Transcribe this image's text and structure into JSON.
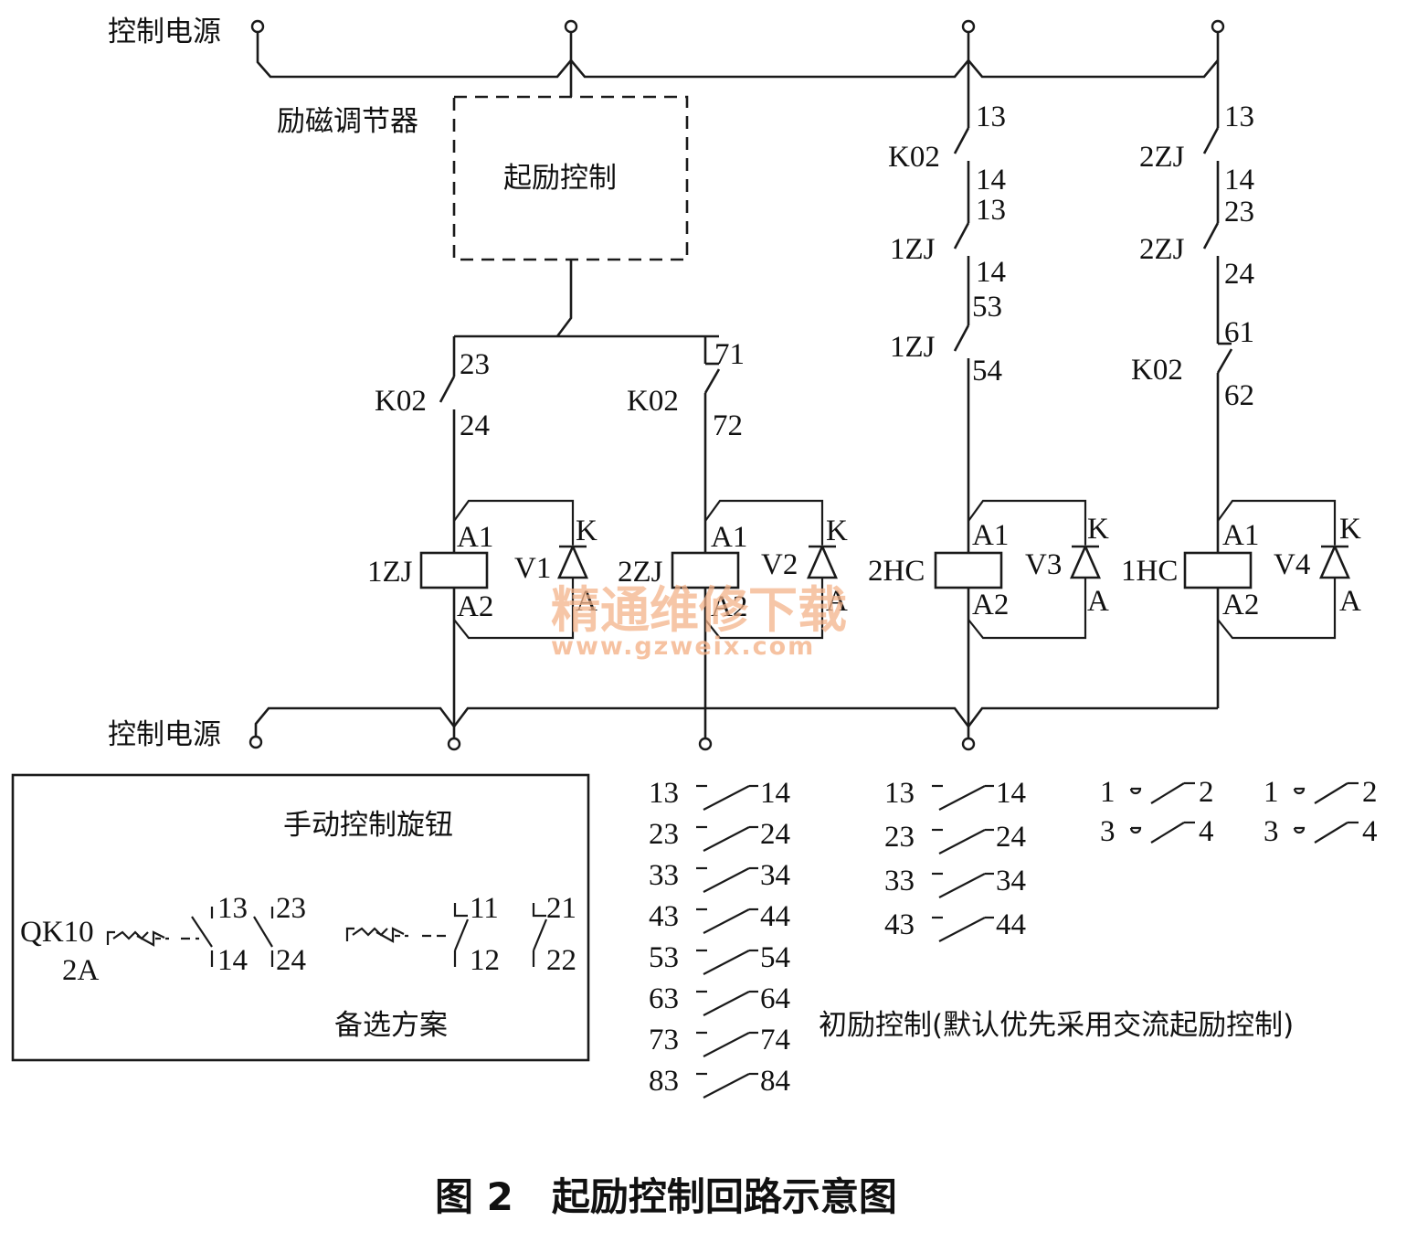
{
  "labels": {
    "power_top": "控制电源",
    "power_bottom": "控制电源",
    "regulator": "励磁调节器",
    "start_ctrl": "起励控制",
    "manual_knob": "手动控制旋钮",
    "qk": "QK10",
    "qk_sub": "2A",
    "alt_plan": "备选方案",
    "initial_note": "初励控制(默认优先采用交流起励控制)",
    "figure_caption": "图 2　起励控制回路示意图"
  },
  "watermark": {
    "main": "精通维修下载",
    "url": "www.gzweix.com"
  },
  "branch1": {
    "contact": "K02",
    "pin_top": "23",
    "pin_bot": "24",
    "relay": "1ZJ",
    "a1": "A1",
    "a2": "A2",
    "diode": "V1",
    "k": "K",
    "a": "A"
  },
  "branch2": {
    "contact": "K02",
    "pin_top": "71",
    "pin_bot": "72",
    "relay": "2ZJ",
    "a1": "A1",
    "a2": "A2",
    "diode": "V2",
    "k": "K",
    "a": "A"
  },
  "branch3": {
    "c1": "K02",
    "c1_top": "13",
    "c1_bot": "14",
    "c2": "1ZJ",
    "c2_top": "13",
    "c2_bot": "14",
    "c3": "1ZJ",
    "c3_top": "53",
    "c3_bot": "54",
    "relay": "2HC",
    "a1": "A1",
    "a2": "A2",
    "diode": "V3",
    "k": "K",
    "a": "A"
  },
  "branch4": {
    "c1": "2ZJ",
    "c1_top": "13",
    "c1_bot": "14",
    "c2": "2ZJ",
    "c2_top": "23",
    "c2_bot": "24",
    "c3": "K02",
    "c3_top": "61",
    "c3_bot": "62",
    "relay": "1HC",
    "a1": "A1",
    "a2": "A2",
    "diode": "V4",
    "k": "K",
    "a": "A"
  },
  "knob_contacts": {
    "p1t": "13",
    "p1b": "14",
    "p2t": "23",
    "p2b": "24",
    "p3t": "11",
    "p3b": "12",
    "p4t": "21",
    "p4b": "22"
  },
  "legend_col1": [
    {
      "l": "13",
      "r": "14"
    },
    {
      "l": "23",
      "r": "24"
    },
    {
      "l": "33",
      "r": "34"
    },
    {
      "l": "43",
      "r": "44"
    },
    {
      "l": "53",
      "r": "54"
    },
    {
      "l": "63",
      "r": "64"
    },
    {
      "l": "73",
      "r": "74"
    },
    {
      "l": "83",
      "r": "84"
    }
  ],
  "legend_col2": [
    {
      "l": "13",
      "r": "14"
    },
    {
      "l": "23",
      "r": "24"
    },
    {
      "l": "33",
      "r": "34"
    },
    {
      "l": "43",
      "r": "44"
    }
  ],
  "legend_col3": [
    {
      "l": "1",
      "r": "2"
    },
    {
      "l": "3",
      "r": "4"
    }
  ],
  "legend_col4": [
    {
      "l": "1",
      "r": "2"
    },
    {
      "l": "3",
      "r": "4"
    }
  ]
}
